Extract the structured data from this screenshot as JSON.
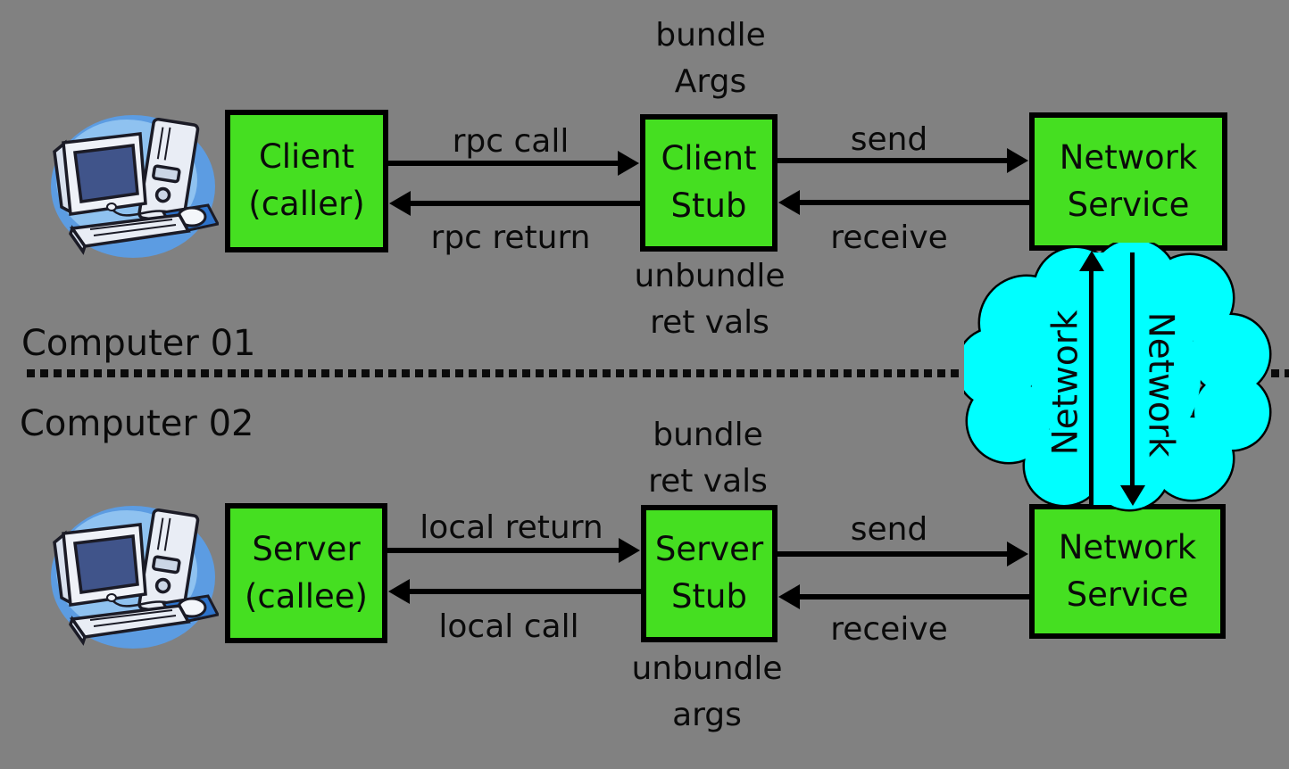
{
  "colors": {
    "background": "#818181",
    "box_green": "#45DF21",
    "cloud_cyan": "#00FFFF",
    "line_black": "#000000"
  },
  "separators": {
    "computer1_label": "Computer 01",
    "computer2_label": "Computer 02"
  },
  "boxes": {
    "client": {
      "line1": "Client",
      "line2": "(caller)"
    },
    "client_stub": {
      "line1": "Client",
      "line2": "Stub"
    },
    "network_top": {
      "line1": "Network",
      "line2": "Service"
    },
    "server": {
      "line1": "Server",
      "line2": "(callee)"
    },
    "server_stub": {
      "line1": "Server",
      "line2": "Stub"
    },
    "network_bottom": {
      "line1": "Network",
      "line2": "Service"
    }
  },
  "annotations": {
    "bundle_args": {
      "line1": "bundle",
      "line2": "Args"
    },
    "unbundle_ret_vals": {
      "line1": "unbundle",
      "line2": "ret vals"
    },
    "bundle_ret_vals": {
      "line1": "bundle",
      "line2": "ret vals"
    },
    "unbundle_args": {
      "line1": "unbundle",
      "line2": "args"
    }
  },
  "arrow_labels": {
    "rpc_call": "rpc call",
    "rpc_return": "rpc return",
    "send_top": "send",
    "receive_top": "receive",
    "local_return": "local return",
    "local_call": "local call",
    "send_bottom": "send",
    "receive_bottom": "receive",
    "network_up": "Network",
    "network_down": "Network"
  },
  "icons": {
    "computer_top": "desktop-computer",
    "computer_bottom": "desktop-computer",
    "cloud": "network-cloud"
  }
}
